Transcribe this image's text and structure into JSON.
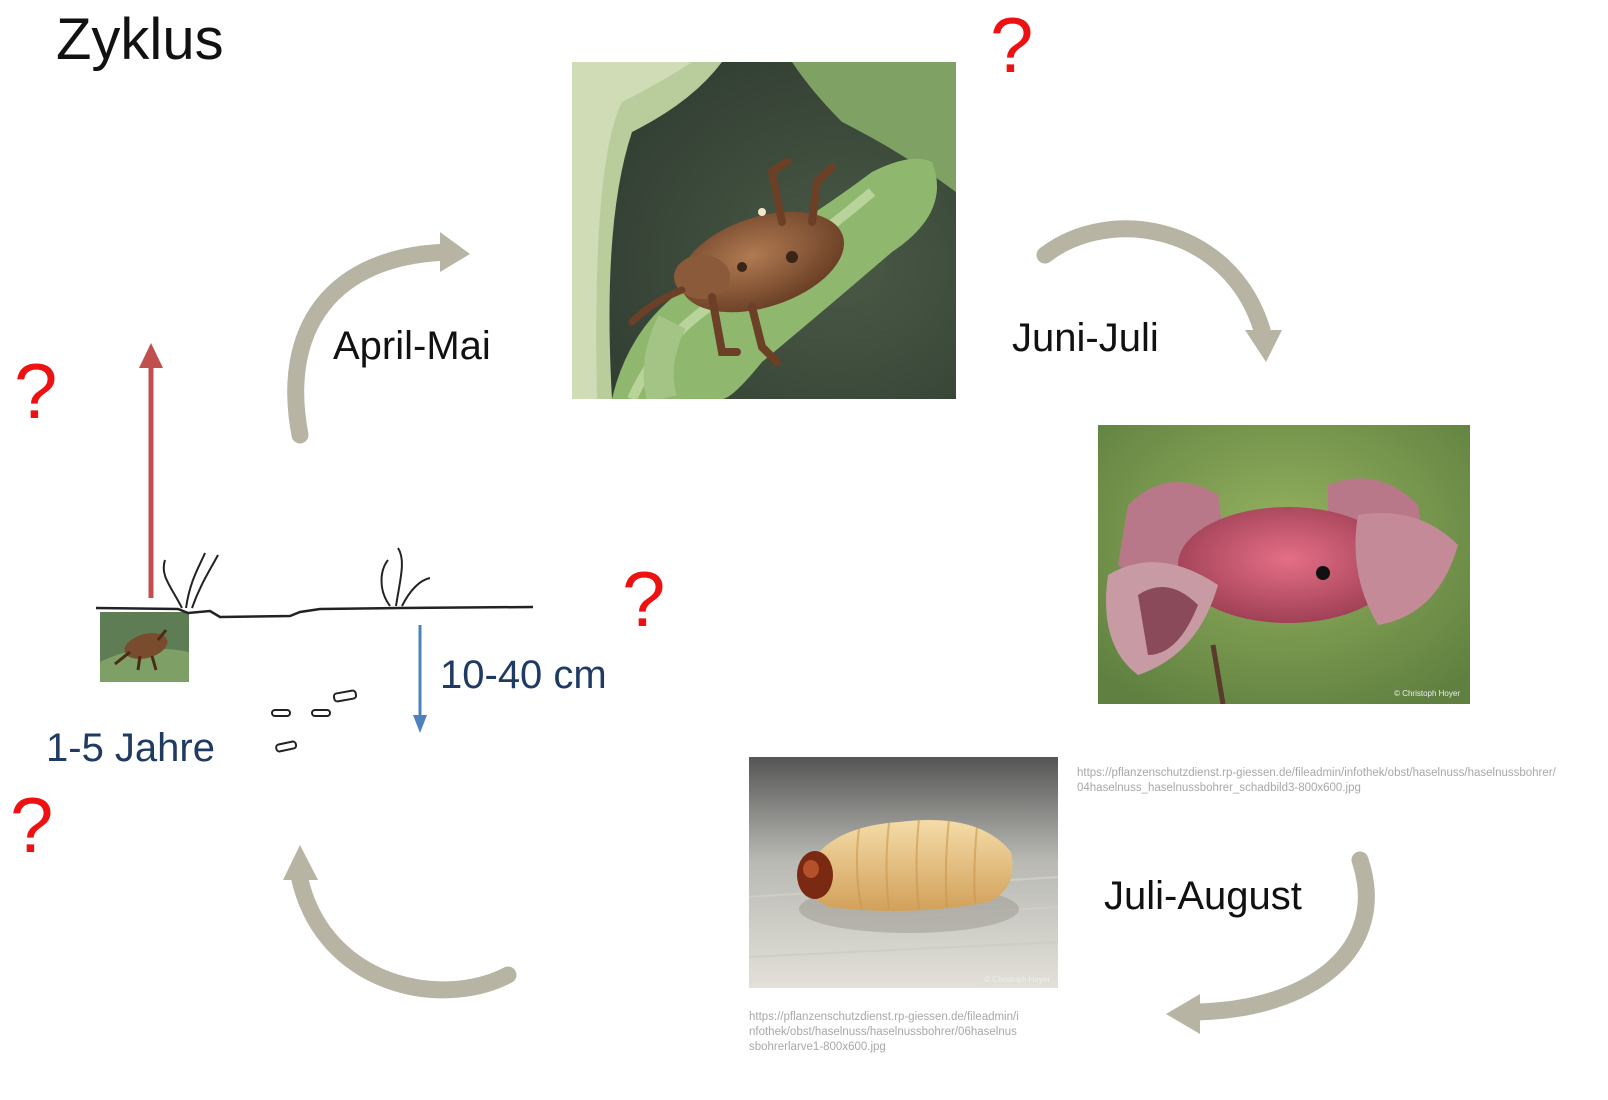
{
  "title": "Zyklus",
  "stages": {
    "april_mai": "April-Mai",
    "juni_juli": "Juni-Juli",
    "juli_august": "Juli-August",
    "depth": "10-40 cm",
    "years": "1-5 Jahre"
  },
  "question_mark": "?",
  "sources": {
    "hazelnut": "https://pflanzenschutzdienst.rp-giessen.de/fileadmin/infothek/obst/haselnuss/haselnussbohrer/04haselnuss_haselnussbohrer_schadbild3-800x600.jpg",
    "larva": "https://pflanzenschutzdienst.rp-giessen.de/fileadmin/infothek/obst/haselnuss/haselnussbohrer/06haselnussbohrerlarve1-800x600.jpg"
  },
  "credits": {
    "hazelnut": "© Christoph Hoyer",
    "larva": "© Christoph Hoyer"
  },
  "colors": {
    "cycle_arrow": "#b8b4a4",
    "up_arrow": "#c0504d",
    "down_arrow": "#4f81bd",
    "question": "#ee1111"
  }
}
